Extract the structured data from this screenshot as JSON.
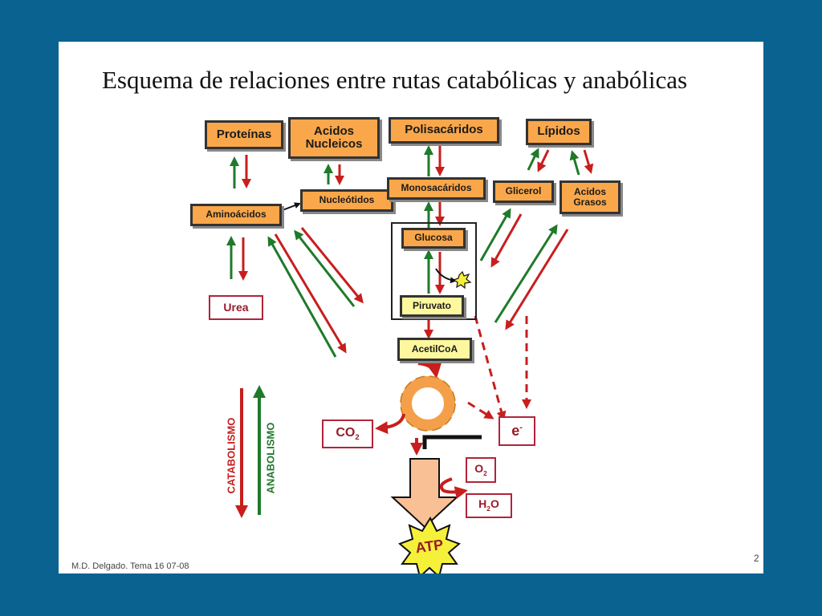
{
  "title": "Esquema de relaciones entre rutas catabólicas y anabólicas",
  "nodes": {
    "proteinas": "Proteínas",
    "acidos_nucleicos_1": "Acidos",
    "acidos_nucleicos_2": "Nucleicos",
    "polisacaridos": "Polisacáridos",
    "lipidos": "Lípidos",
    "aminoacidos": "Aminoácidos",
    "nucleotidos": "Nucleótidos",
    "monosacaridos": "Monosacáridos",
    "glicerol": "Glicerol",
    "acidos_grasos_1": "Acidos",
    "acidos_grasos_2": "Grasos",
    "glucosa": "Glucosa",
    "piruvato": "Piruvato",
    "urea": "Urea",
    "acetilcoa": "AcetilCoA",
    "co2_base": "CO",
    "co2_sub": "2",
    "electron_base": "e",
    "electron_sup": "-",
    "o2_base": "O",
    "o2_sub": "2",
    "h2o_h": "H",
    "h2o_sub": "2",
    "h2o_o": "O",
    "atp": "ATP"
  },
  "legend": {
    "catabolismo": "CATABOLISMO",
    "anabolismo": "ANABOLISMO"
  },
  "footer": {
    "author": "M.D. Delgado. Tema 16 07-08",
    "page": "2"
  },
  "colors": {
    "background": "#0a6290",
    "catabolic": "#c81e1e",
    "anabolic": "#1f7a2a",
    "box_orange": "#f9a74a",
    "box_yellow": "#fdf89e",
    "cycle": "#f4a04a",
    "atp_star": "#f5f03a"
  }
}
